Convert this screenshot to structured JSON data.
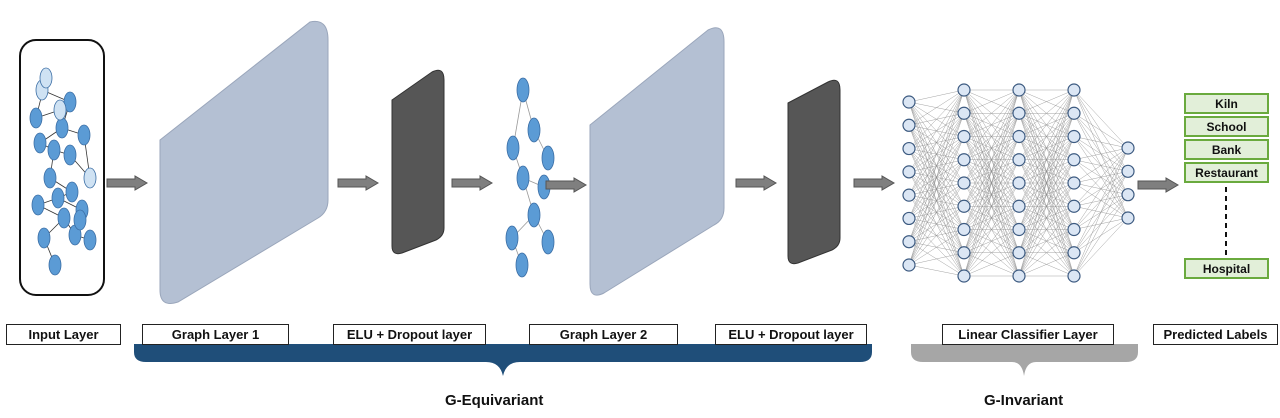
{
  "labels": {
    "input_layer": "Input Layer",
    "graph_layer_1": "Graph Layer 1",
    "elu_dropout_1": "ELU + Dropout layer",
    "graph_layer_2": "Graph Layer 2",
    "elu_dropout_2": "ELU + Dropout layer",
    "linear_classifier": "Linear Classifier Layer",
    "predicted_labels": "Predicted Labels"
  },
  "groups": {
    "equivariant": "G-Equivariant",
    "invariant": "G-Invariant"
  },
  "predicted_classes": [
    "Kiln",
    "School",
    "Bank",
    "Restaurant"
  ],
  "predicted_last": "Hospital",
  "colors": {
    "graph_layer_fill": "#b4c0d3",
    "dropout_fill": "#565656",
    "node_blue": "#5b9bd5",
    "node_light": "#cfe2f3",
    "nn_node": "#dbe6f4",
    "arrow_fill": "#7f7f7f",
    "equivariant_bracket": "#1f4e79",
    "invariant_bracket": "#a6a6a6",
    "label_border": "#6aaa3e",
    "label_fill": "#e2efd9"
  },
  "neural_net": {
    "layer_sizes": [
      8,
      9,
      9,
      9,
      4
    ]
  }
}
